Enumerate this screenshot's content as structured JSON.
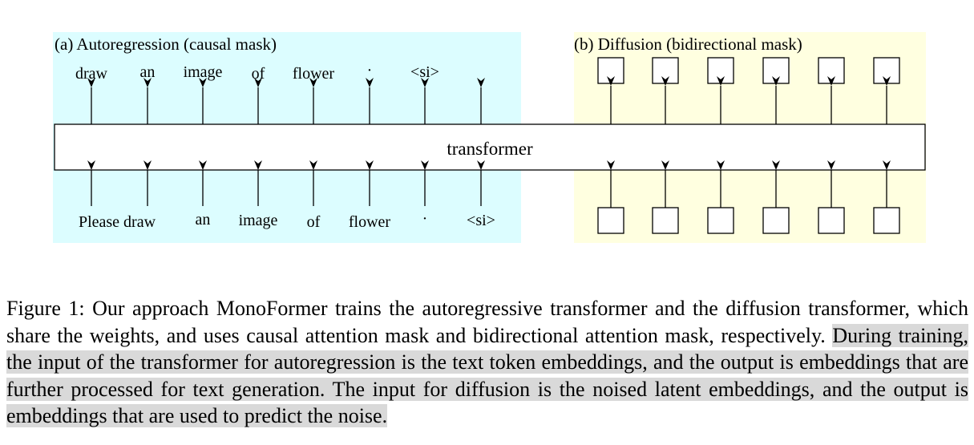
{
  "figure": {
    "panel_a": {
      "label": "(a) Autoregression (causal mask)",
      "output_tokens": [
        "draw",
        "an",
        "image",
        "of",
        "flower",
        "·",
        "<si>",
        ""
      ],
      "input_tokens": [
        "Please draw",
        "an",
        "image",
        "of",
        "flower",
        "·",
        "<si>"
      ],
      "background": "#dcfdff"
    },
    "panel_b": {
      "label": "(b) Diffusion (bidirectional mask)",
      "box_count": 6,
      "background": "#ffffe0"
    },
    "transformer_label": "transformer"
  },
  "caption": {
    "prefix": "Figure 1: Our approach MonoFormer trains the autoregressive transformer and the diffusion transformer, which share the weights, and uses causal attention mask and bidirectional attention mask, respectively.",
    "highlighted": "During training, the input of the transformer for autoregression is the text token embeddings, and the output is embeddings that are further processed for text generation. The input for diffusion is the noised latent embeddings, and the output is embeddings that are used to predict the noise."
  }
}
